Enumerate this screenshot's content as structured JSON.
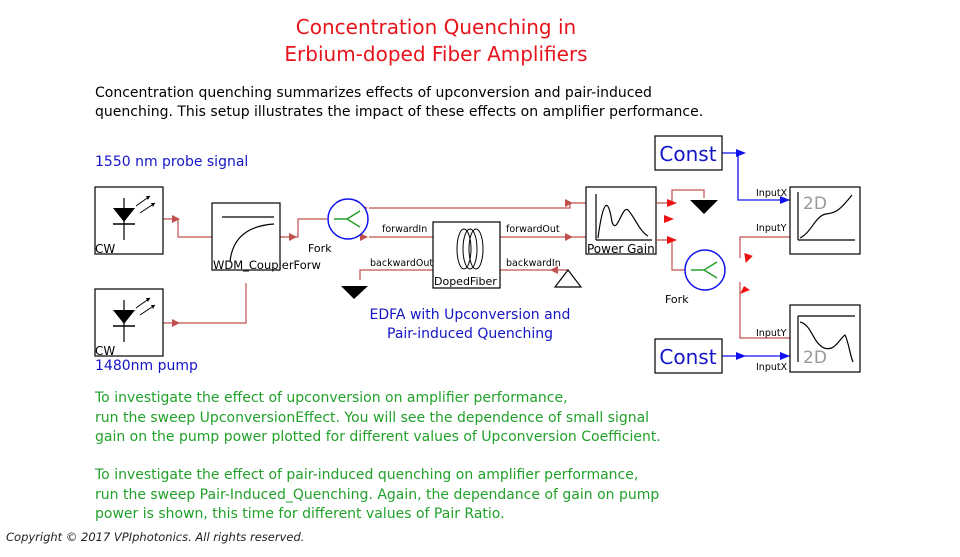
{
  "title_line1": "Concentration Quenching in",
  "title_line2": "Erbium-doped Fiber Amplifiers",
  "description_line1": "Concentration quenching summarizes effects of upconversion and pair-induced",
  "description_line2": "quenching. This setup illustrates the impact of these effects on amplifier performance.",
  "probe_label": "1550 nm probe signal",
  "pump_label": "1480nm pump",
  "edfa_label_line1": "EDFA with Upconversion and",
  "edfa_label_line2": "Pair-induced Quenching",
  "blocks": {
    "cw_top": "CW",
    "cw_bottom": "CW",
    "wdm": "WDM_CouplerForw",
    "fork_left": "Fork",
    "fork_right": "Fork",
    "doped_fiber": "DopedFiber",
    "power_gain": "Power Gain",
    "const_top": "Const",
    "const_bottom": "Const",
    "plot_top": "2D",
    "plot_bottom": "2D"
  },
  "ports": {
    "forward_in": "forwardIn",
    "forward_out": "forwardOut",
    "backward_out": "backwardOut",
    "backward_in": "backwardIn",
    "input_x_top": "InputX",
    "input_y_top": "InputY",
    "input_y_bottom": "InputY",
    "input_x_bottom": "InputX"
  },
  "instructions": {
    "upconv_line1": "To investigate the effect of upconversion on amplifier performance,",
    "upconv_line2": "run the sweep UpconversionEffect. You will see the dependence of small signal",
    "upconv_line3": "gain on the pump power plotted for different values of Upconversion Coefficient.",
    "pair_line1": "To investigate the effect of pair-induced quenching on amplifier performance,",
    "pair_line2": "run the sweep Pair-Induced_Quenching. Again,  the dependance of gain on pump",
    "pair_line3": "power is shown, this time for different values of Pair Ratio."
  },
  "copyright": "Copyright © 2017 VPIphotonics. All rights reserved.",
  "colors": {
    "title": "#e8141c",
    "blue_text": "#1515c8",
    "green_text": "#22a12a",
    "optical_wire": "#c0504d",
    "optical_arrow": "#ee1111",
    "electrical_wire": "#1111ee"
  }
}
